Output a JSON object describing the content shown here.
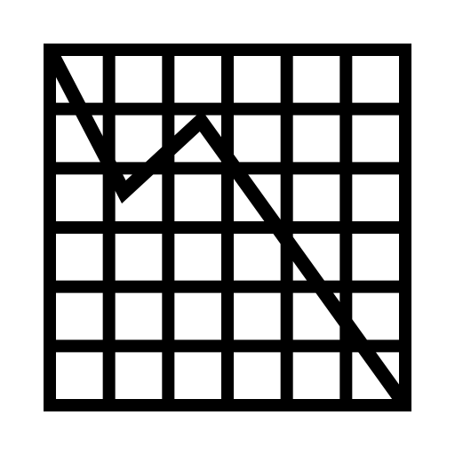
{
  "icon": {
    "name": "line-chart-decline-icon",
    "grid_columns": 6,
    "grid_rows": 6,
    "trend": [
      {
        "col": 0,
        "row": 0
      },
      {
        "col": 1.25,
        "row": 2.4
      },
      {
        "col": 2.55,
        "row": 1.2
      },
      {
        "col": 6,
        "row": 6
      }
    ]
  },
  "colors": {
    "background": "#ffffff",
    "stroke": "#000000"
  }
}
